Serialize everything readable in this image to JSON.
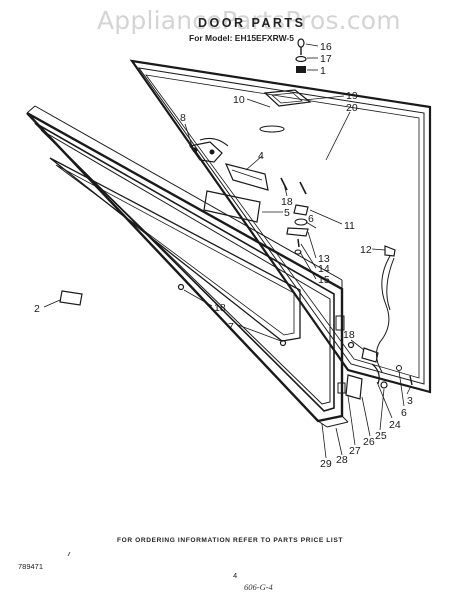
{
  "header": {
    "watermark": "AppliancePartsPros.com",
    "title": "DOOR PARTS",
    "model": "For Model: EH15EFXRW-5"
  },
  "footer": {
    "ordering_note": "FOR ORDERING INFORMATION REFER TO PARTS PRICE LIST",
    "page_number": "4",
    "doc_number": "789471",
    "handwritten_stamp": "606-G-4"
  },
  "callouts": [
    "16",
    "17",
    "1",
    "10",
    "19",
    "20",
    "8",
    "4",
    "18",
    "5",
    "11",
    "6",
    "13",
    "14",
    "15",
    "12",
    "2",
    "18",
    "7",
    "18",
    "3",
    "6",
    "24",
    "25",
    "26",
    "27",
    "28",
    "29"
  ]
}
